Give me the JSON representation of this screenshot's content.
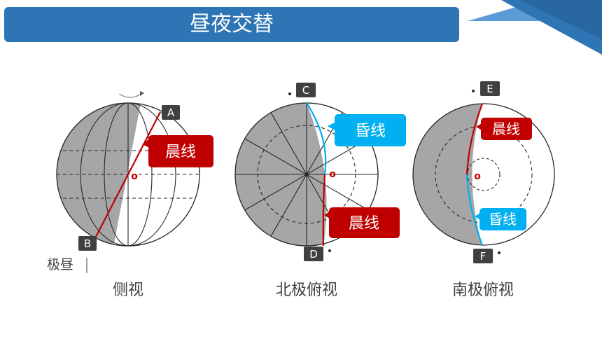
{
  "title": "昼夜交替",
  "colors": {
    "title_bg": "#2e75b6",
    "night": "#a6a6a6",
    "dawn_line": "#c00000",
    "dusk_line": "#00b0f0",
    "label_box": "#404040"
  },
  "side_view": {
    "caption": "侧视",
    "point_a": "A",
    "point_b": "B",
    "center": "o",
    "dawn_label": "晨线",
    "polar_day_label": "极昼"
  },
  "north_view": {
    "caption": "北极俯视",
    "point_c": "C",
    "point_d": "D",
    "center": "o",
    "dusk_label": "昏线",
    "dawn_label": "晨线"
  },
  "south_view": {
    "caption": "南极俯视",
    "point_e": "E",
    "point_f": "F",
    "center": "o",
    "dawn_label": "晨线",
    "dusk_label": "昏线"
  }
}
